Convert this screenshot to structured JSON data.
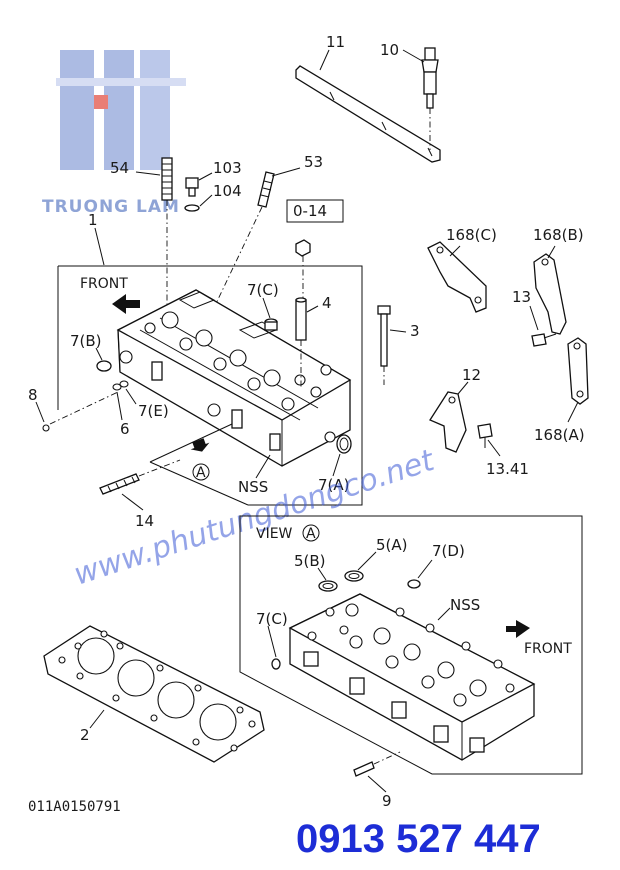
{
  "labels": {
    "p11": "11",
    "p10": "10",
    "p54": "54",
    "p103": "103",
    "p104": "104",
    "p53": "53",
    "p1": "1",
    "box_014": "0-14",
    "front_top": "FRONT",
    "p7c_top": "7(C)",
    "p4": "4",
    "p3": "3",
    "p7b": "7(B)",
    "p8": "8",
    "p6": "6",
    "p7e": "7(E)",
    "view_a_mark": "A",
    "nss_top": "NSS",
    "p7a": "7(A)",
    "p14": "14",
    "p168c": "168(C)",
    "p168b": "168(B)",
    "p13": "13",
    "p12": "12",
    "p1341": "13.41",
    "p168a": "168(A)",
    "view_prefix": "VIEW",
    "view_letter": "A",
    "p5b": "5(B)",
    "p5a": "5(A)",
    "p7d": "7(D)",
    "nss_view": "NSS",
    "front_view": "FRONT",
    "p7c_view": "7(C)",
    "p2": "2",
    "p9": "9",
    "drawing_code": "011A0150791"
  },
  "watermark": {
    "brand": "TRUONG LAM",
    "url": "www.phutungdongco.net",
    "phone": "0913 527 447"
  },
  "colors": {
    "line": "#111111",
    "watermark_blue": "#3d5bd6",
    "logo_blue": "#6a86c9",
    "logo_red": "#e0483c",
    "phone_blue": "#1d2dd6"
  }
}
